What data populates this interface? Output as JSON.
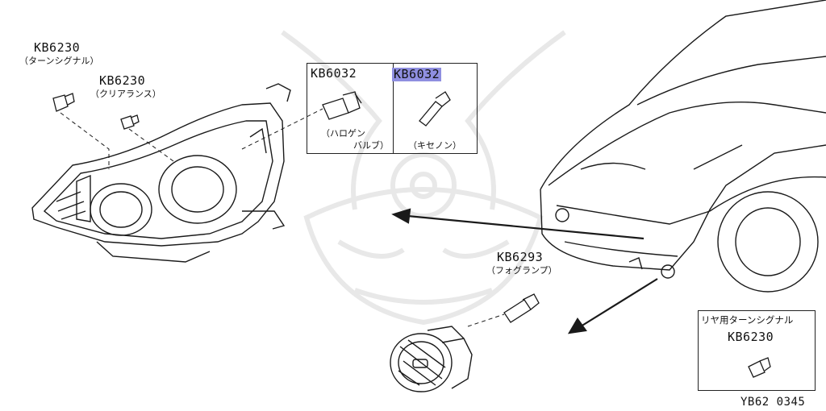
{
  "labels": {
    "turn_signal_code": "KB6230",
    "turn_signal_name": "（ターンシグナル）",
    "clearance_code": "KB6230",
    "clearance_name": "（クリアランス）",
    "halogen_code": "KB6032",
    "halogen_name_1": "（ハロゲン",
    "halogen_name_2": "バルブ）",
    "xenon_code": "KB6032",
    "xenon_name": "（キセノン）",
    "fog_code": "KB6293",
    "fog_name": "（フォグランプ）",
    "rear_turn_name": "リヤ用ターンシグナル",
    "rear_turn_code": "KB6230",
    "figure_id": "YB62 0345"
  },
  "colors": {
    "highlight": "#8f8fe0",
    "line": "#1a1a1a",
    "watermark": "#e9e9e9"
  }
}
